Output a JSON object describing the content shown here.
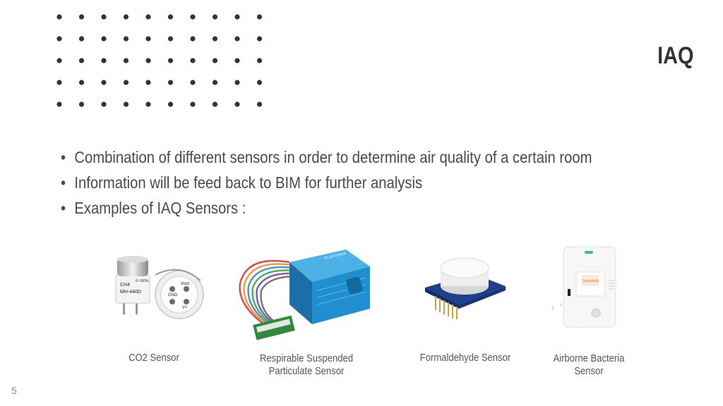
{
  "slide": {
    "title": "IAQ",
    "bullets": [
      "Combination of different sensors in order to determine air quality of a certain room",
      "Information will be feed back to BIM for further analysis",
      "Examples of IAQ Sensors :"
    ],
    "sensors": [
      {
        "caption_lines": [
          "CO2 Sensor"
        ],
        "icon": "co2-sensor-image"
      },
      {
        "caption_lines": [
          "Respirable Suspended",
          "Particulate Sensor"
        ],
        "icon": "particulate-sensor-image"
      },
      {
        "caption_lines": [
          "Formaldehyde Sensor"
        ],
        "icon": "formaldehyde-sensor-image"
      },
      {
        "caption_lines": [
          "Airborne Bacteria",
          "Sensor"
        ],
        "icon": "bacteria-sensor-image"
      }
    ],
    "sensor_labels": {
      "co2_can1_line1": "CH4",
      "co2_can1_line2": "MH-440D",
      "co2_can1_line3": "0~100%",
      "co2_can2_line1": "Vout",
      "co2_can2_line2": "GND",
      "co2_can2_line3": "V+",
      "pm_brand": "PLANTOWER",
      "bacteria_logo": "Singularity"
    },
    "page_number": "5",
    "colors": {
      "dots": "#333333",
      "title": "#333333",
      "text": "#4a4a4a",
      "sensor_blue": "#1f8fd0"
    }
  }
}
